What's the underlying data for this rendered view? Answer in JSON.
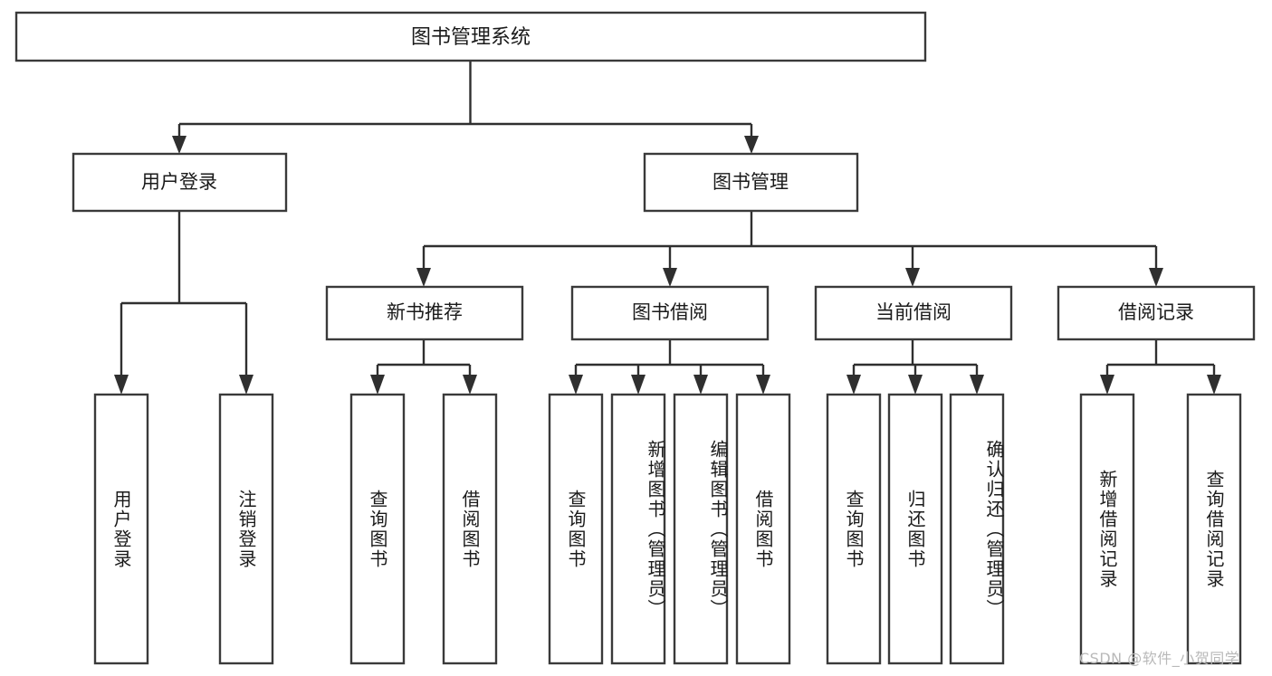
{
  "diagram": {
    "title": "图书管理系统",
    "type": "tree",
    "watermark": "CSDN @软件_小贺同学",
    "colors": {
      "box_stroke": "#3a3a3a",
      "connector": "#2f2f2f",
      "box_fill": "#ffffff",
      "text": "#1a1a1a",
      "watermark": "#b9b9b9"
    },
    "root": {
      "id": "root",
      "label": "图书管理系统"
    },
    "level2": [
      {
        "id": "user-login",
        "label": "用户登录"
      },
      {
        "id": "book-manage",
        "label": "图书管理"
      }
    ],
    "level3": [
      {
        "id": "new-book-rec",
        "label": "新书推荐",
        "parent": "book-manage"
      },
      {
        "id": "book-borrow",
        "label": "图书借阅",
        "parent": "book-manage"
      },
      {
        "id": "current-borrow",
        "label": "当前借阅",
        "parent": "book-manage"
      },
      {
        "id": "borrow-record",
        "label": "借阅记录",
        "parent": "book-manage"
      }
    ],
    "leaves": [
      {
        "id": "leaf-user-login",
        "label": "用户登录",
        "parent": "user-login"
      },
      {
        "id": "leaf-logout-login",
        "label": "注销登录",
        "parent": "user-login"
      },
      {
        "id": "leaf-query-book-1",
        "label": "查询图书",
        "parent": "new-book-rec"
      },
      {
        "id": "leaf-borrow-book-1",
        "label": "借阅图书",
        "parent": "new-book-rec"
      },
      {
        "id": "leaf-query-book-2",
        "label": "查询图书",
        "parent": "book-borrow"
      },
      {
        "id": "leaf-add-book",
        "label": "新增图书（管理员）",
        "parent": "book-borrow"
      },
      {
        "id": "leaf-edit-book",
        "label": "编辑图书（管理员）",
        "parent": "book-borrow"
      },
      {
        "id": "leaf-borrow-book-2",
        "label": "借阅图书",
        "parent": "book-borrow"
      },
      {
        "id": "leaf-query-book-3",
        "label": "查询图书",
        "parent": "current-borrow"
      },
      {
        "id": "leaf-return-book",
        "label": "归还图书",
        "parent": "current-borrow"
      },
      {
        "id": "leaf-confirm-return",
        "label": "确认归还（管理员）",
        "parent": "current-borrow"
      },
      {
        "id": "leaf-add-record",
        "label": "新增借阅记录",
        "parent": "borrow-record"
      },
      {
        "id": "leaf-query-record",
        "label": "查询借阅记录",
        "parent": "borrow-record"
      }
    ]
  }
}
